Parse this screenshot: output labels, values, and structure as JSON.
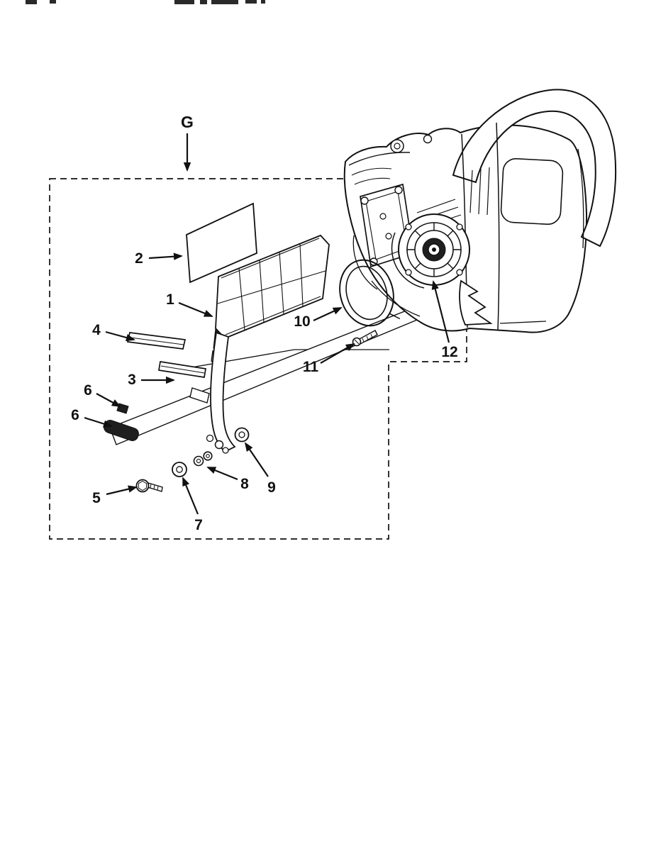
{
  "page": {
    "background": "#ffffff",
    "ink": "#111111"
  },
  "figure": {
    "group_label": "G",
    "callouts": [
      {
        "label": "2"
      },
      {
        "label": "1"
      },
      {
        "label": "4"
      },
      {
        "label": "3"
      },
      {
        "label": "6"
      },
      {
        "label": "6"
      },
      {
        "label": "5"
      },
      {
        "label": "7"
      },
      {
        "label": "8"
      },
      {
        "label": "9"
      },
      {
        "label": "10"
      },
      {
        "label": "11"
      },
      {
        "label": "12"
      }
    ]
  }
}
